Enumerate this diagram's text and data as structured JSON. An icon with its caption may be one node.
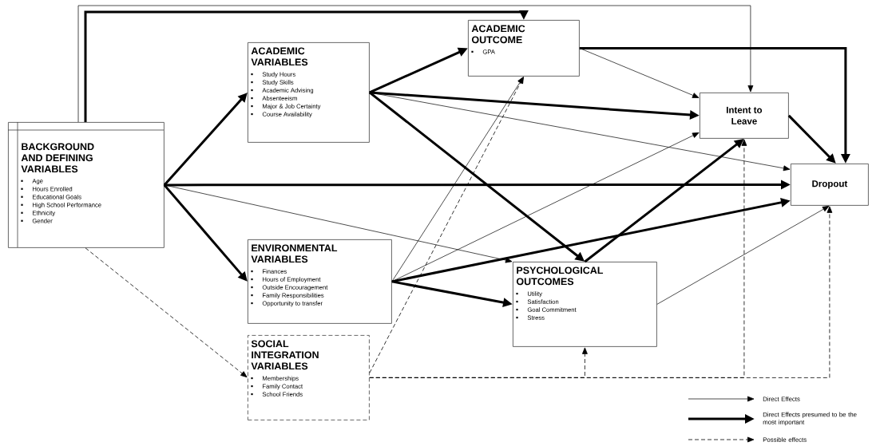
{
  "diagram": {
    "nodes": [
      {
        "text": [
          "BACKGROUND AND DEFINING VARIABLES",
          "Age",
          "Hours Enrolled",
          "Educational Goals",
          "High School Performance",
          "Ethnicity",
          "Gender"
        ]
      },
      {
        "text": [
          "ACADEMIC VARIABLES",
          "Study Hours",
          "Study Skills",
          "Academic Advising",
          "Absenteeism",
          "Major & Job Certainty",
          "Course Availability"
        ]
      },
      {
        "text": [
          "ACADEMIC OUTCOME",
          "GPA"
        ]
      },
      {
        "text": [
          "Intent to Leave"
        ]
      },
      {
        "text": [
          "Dropout"
        ]
      },
      {
        "text": [
          "ENVIRONMENTAL VARIABLES",
          "Finances",
          "Hours of Employment",
          "Outside Encouragement",
          "Family Responsibilities",
          "Opportunity to transfer"
        ]
      },
      {
        "text": [
          "PSYCHOLOGICAL OUTCOMES",
          "Utility",
          "Satisfaction",
          "Goal Commitment",
          "Stress"
        ]
      },
      {
        "text": [
          "SOCIAL INTEGRATION VARIABLES",
          "Memberships",
          "Family Contact",
          "School Friends"
        ]
      }
    ],
    "edges": [
      {
        "from": 0,
        "to": 2,
        "arrow": "to",
        "style": "thick"
      },
      {
        "from": 0,
        "to": 3,
        "arrow": "to"
      },
      {
        "from": 0,
        "to": 1,
        "arrow": "to",
        "style": "thick"
      },
      {
        "from": 0,
        "to": 4,
        "arrow": "to",
        "style": "thick"
      },
      {
        "from": 0,
        "to": 6,
        "arrow": "to"
      },
      {
        "from": 0,
        "to": 5,
        "arrow": "to",
        "style": "thick"
      },
      {
        "from": 0,
        "to": 7,
        "arrow": "to",
        "style": "dashed"
      },
      {
        "from": 1,
        "to": 2,
        "arrow": "to",
        "style": "thick"
      },
      {
        "from": 1,
        "to": 3,
        "arrow": "to",
        "style": "thick"
      },
      {
        "from": 1,
        "to": 4,
        "arrow": "to"
      },
      {
        "from": 1,
        "to": 6,
        "arrow": "to",
        "style": "thick"
      },
      {
        "from": 2,
        "to": 3,
        "arrow": "to"
      },
      {
        "from": 2,
        "to": 4,
        "arrow": "to",
        "style": "thick"
      },
      {
        "from": 3,
        "to": 4,
        "arrow": "to",
        "style": "thick"
      },
      {
        "from": 5,
        "to": 2,
        "arrow": "to"
      },
      {
        "from": 5,
        "to": 3,
        "arrow": "to"
      },
      {
        "from": 5,
        "to": 4,
        "arrow": "to",
        "style": "thick"
      },
      {
        "from": 5,
        "to": 6,
        "arrow": "to",
        "style": "thick"
      },
      {
        "from": 6,
        "to": 3,
        "arrow": "to",
        "style": "thick"
      },
      {
        "from": 6,
        "to": 4,
        "arrow": "to"
      },
      {
        "from": 7,
        "to": 2,
        "arrow": "to",
        "style": "dashed"
      },
      {
        "from": 7,
        "to": 6,
        "arrow": "to",
        "style": "dashed"
      },
      {
        "from": 7,
        "to": 3,
        "arrow": "to",
        "style": "dashed"
      },
      {
        "from": 7,
        "to": 4,
        "arrow": "to",
        "style": "dashed"
      }
    ],
    "legend": [
      {
        "text": "Direct Effects"
      },
      {
        "text": "Direct Effects presumed to be the most important"
      },
      {
        "text": "Possible effects"
      }
    ]
  }
}
